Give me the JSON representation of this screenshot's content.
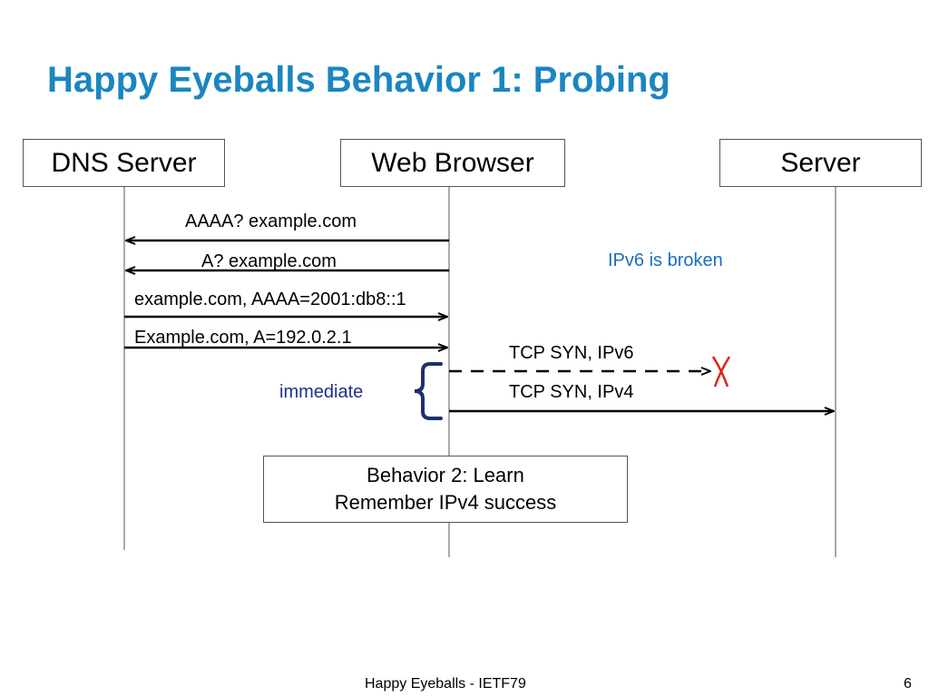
{
  "title": "Happy Eyeballs Behavior 1: Probing",
  "actors": {
    "dns": "DNS Server",
    "browser": "Web Browser",
    "server": "Server"
  },
  "messages": {
    "aaaa_query": "AAAA? example.com",
    "a_query": "A? example.com",
    "aaaa_answer": "example.com, AAAA=2001:db8::1",
    "a_answer": "Example.com, A=192.0.2.1",
    "tcp_syn_v6": "TCP SYN, IPv6",
    "tcp_syn_v4": "TCP SYN, IPv4"
  },
  "annotations": {
    "ipv6_broken": "IPv6 is broken",
    "immediate": "immediate",
    "failure_mark": "X"
  },
  "note": {
    "line1": "Behavior 2: Learn",
    "line2": "Remember IPv4 success"
  },
  "footer": {
    "center": "Happy Eyeballs - IETF79",
    "page_number": "6"
  },
  "colors": {
    "title": "#1a86c0",
    "ipv6_broken": "#1a6fbf",
    "immediate": "#1f2f8a",
    "bracket": "#1f2f6e",
    "failure_mark": "#e0201c"
  }
}
